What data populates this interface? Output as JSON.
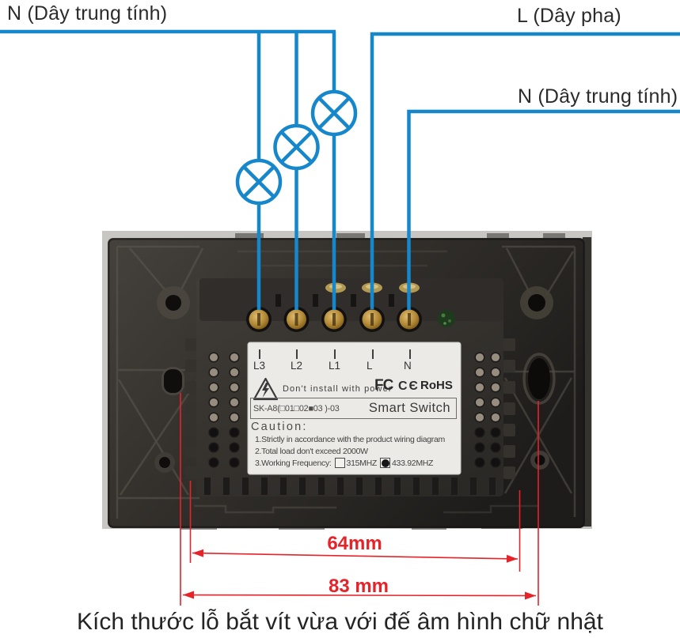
{
  "wiring": {
    "top_neutral_label": "N (Dây trung tính)",
    "live_label": "L (Dây pha)",
    "right_neutral_label": "N (Dây trung tính)",
    "lamp_count": 3,
    "wire_color": "#1787cb"
  },
  "switch_label": {
    "terminals": [
      "L3",
      "L2",
      "L1",
      "L",
      "N"
    ],
    "warning": "Don't install with power",
    "certifications": {
      "fcc": "FC",
      "ce": "CЄ",
      "rohs": "RoHS"
    },
    "model": "SK-A8(□01□02■03 )-03",
    "product": "Smart Switch",
    "caution_title": "Caution:",
    "caution_lines": [
      "1.Strictly in accordance with the product wiring diagram",
      "2.Total load don't exceed 2000W"
    ],
    "frequency_label": "3.Working Frequency:",
    "frequency_options": [
      {
        "text": "315MHZ",
        "checked": false
      },
      {
        "text": "433.92MHZ",
        "checked": true
      }
    ]
  },
  "dimensions": {
    "screw_span": "64mm",
    "box_span": "83 mm",
    "color": "#e62329"
  },
  "caption": "Kích thước lỗ bắt vít vừa với đế âm hình chữ nhật"
}
